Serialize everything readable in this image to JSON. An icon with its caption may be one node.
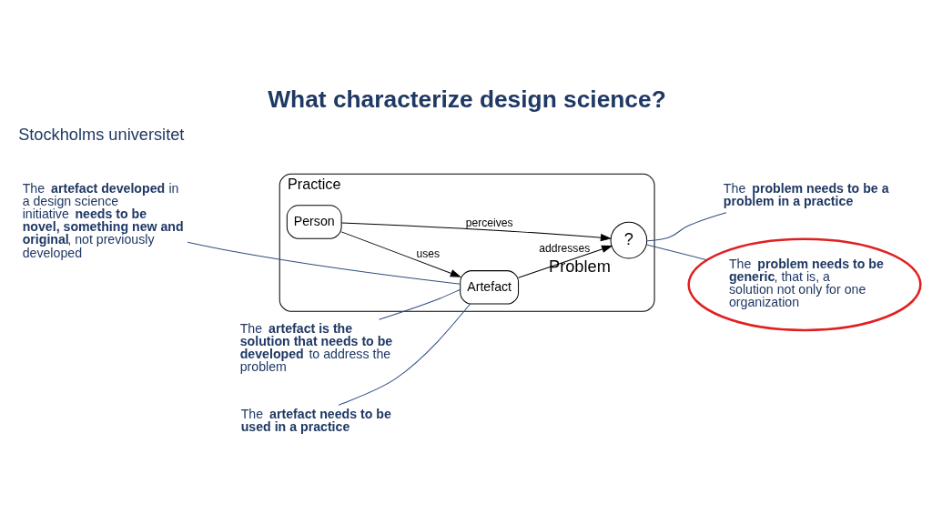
{
  "diagram": {
    "title": "What characterize design science?",
    "nodes": [
      {
        "text": [
          "Practice"
        ]
      },
      {
        "text": [
          "Person"
        ],
        "in": 0
      },
      {
        "text": [
          "Artefact"
        ],
        "in": 0
      },
      {
        "text": [
          "?"
        ],
        "in": 0,
        "beside": [
          "Problem"
        ]
      },
      {
        "text": [
          "The **artefact developed** in a design science initiative **needs to be novel, something new and original**, not previously developed"
        ]
      },
      {
        "text": [
          "The **problem needs to be a problem in a practice**"
        ]
      },
      {
        "text": [
          "The **problem needs to be generic**, that is, a solution not only for one organization"
        ]
      },
      {
        "text": [
          "The **artefact is the solution that needs to be developed** to address the problem"
        ]
      },
      {
        "text": [
          "The **artefact needs to be used in a practice**"
        ]
      }
    ],
    "edges": [
      {
        "from": 1,
        "to": 3,
        "arrow": "to",
        "label": "perceives",
        "color": "#000000"
      },
      {
        "from": 1,
        "to": 2,
        "arrow": "to",
        "label": "uses",
        "color": "#000000"
      },
      {
        "from": 2,
        "to": 3,
        "arrow": "to",
        "label": "addresses",
        "color": "#000000"
      },
      {
        "from": 4,
        "to": 2,
        "arrow": "none"
      },
      {
        "from": 5,
        "to": 3,
        "arrow": "none"
      },
      {
        "from": 6,
        "to": 3,
        "arrow": "none"
      },
      {
        "from": 7,
        "to": 2,
        "arrow": "none"
      },
      {
        "from": 8,
        "to": 2,
        "arrow": "none"
      }
    ],
    "labels": [
      "Stockholms universitet"
    ]
  }
}
